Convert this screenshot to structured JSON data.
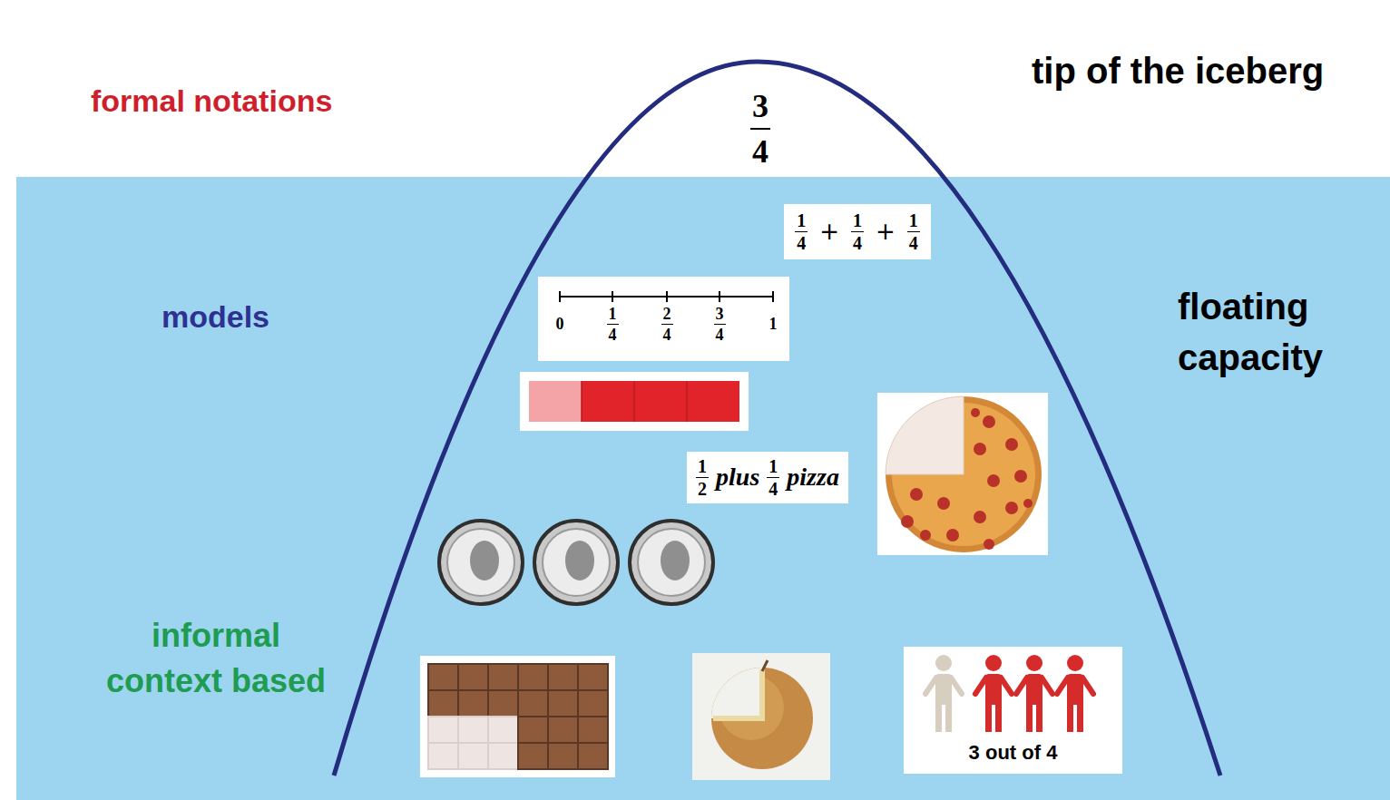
{
  "diagram": {
    "nodes": [
      {
        "text": [
          "3",
          "4"
        ]
      },
      {
        "text": [
          "1",
          "4",
          "+",
          "1",
          "4",
          "+",
          "1",
          "4"
        ],
        "in": 0
      },
      {
        "text": [
          "0",
          "1",
          "4",
          "2",
          "4",
          "3",
          "4",
          "1"
        ],
        "in": 0
      },
      {
        "text": [
          "1",
          "2",
          "plus",
          "1",
          "4",
          "pizza"
        ],
        "in": 0
      },
      {
        "text": [
          "3 out of 4"
        ],
        "in": 0
      }
    ],
    "labels": [
      "formal notations",
      "tip of the iceberg",
      "models",
      "floating capacity",
      "informal context based"
    ]
  }
}
